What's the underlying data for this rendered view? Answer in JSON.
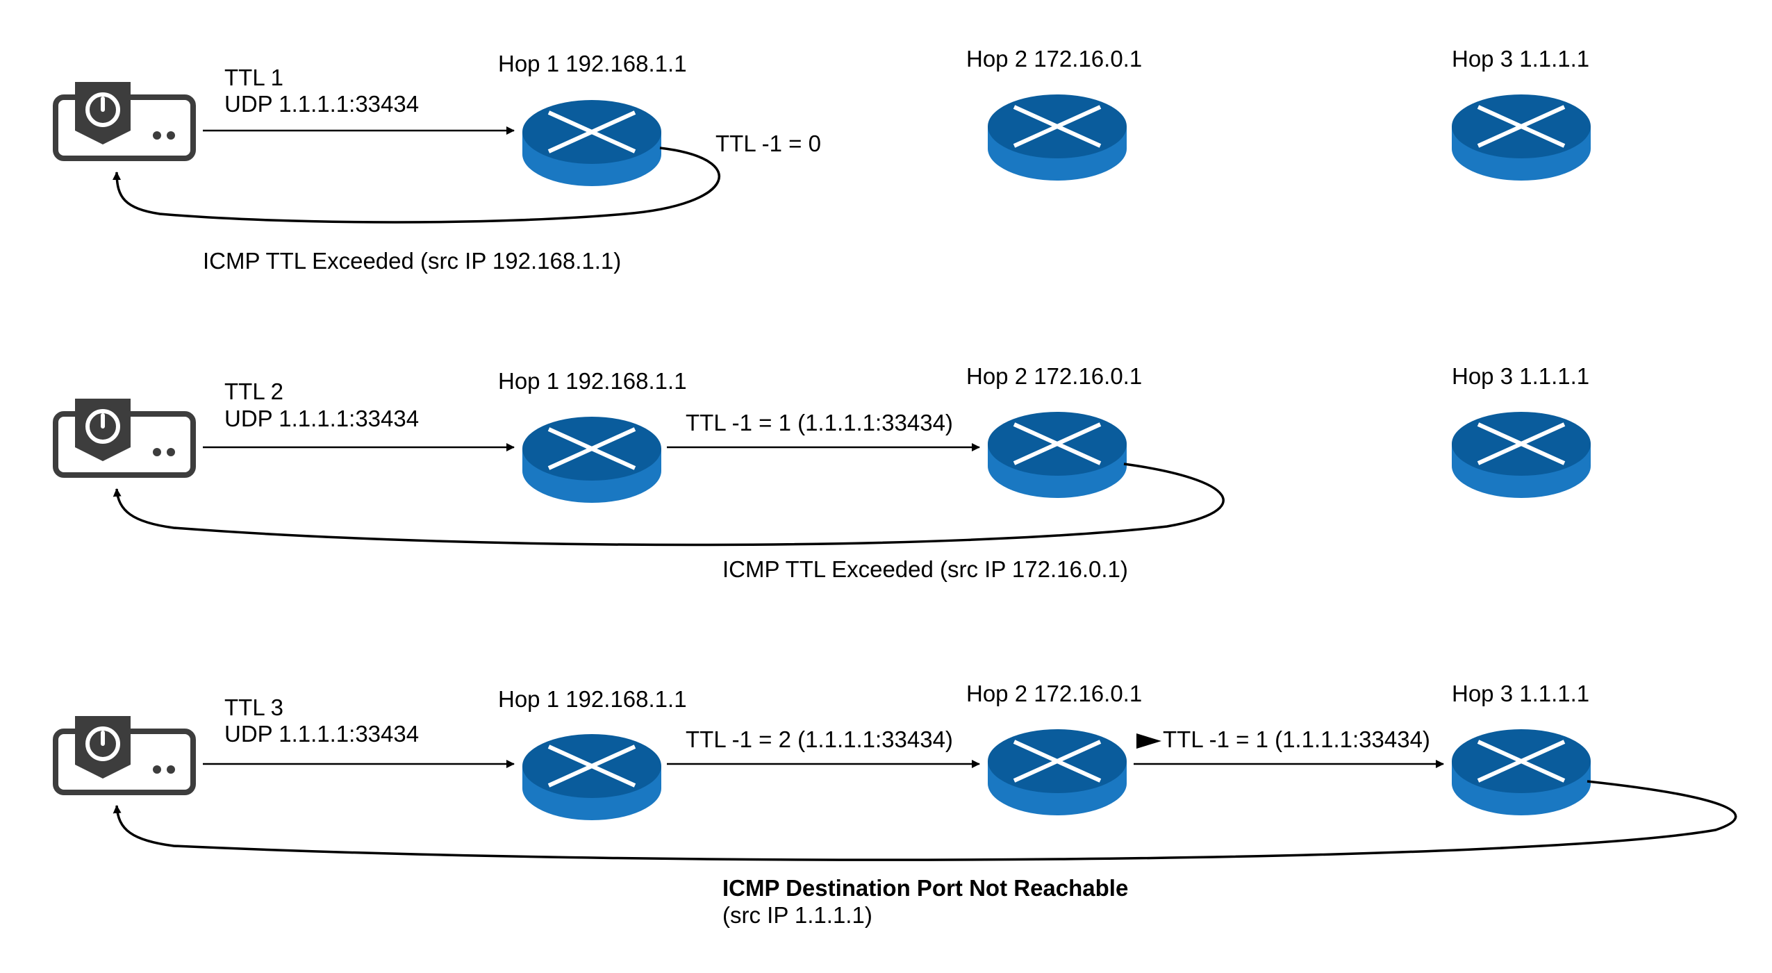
{
  "colors": {
    "router_top": "#0a5c9c",
    "router_side": "#1a78c2",
    "router_x": "#ffffff",
    "host_body": "#3d3d3d",
    "line": "#000000"
  },
  "icons": {
    "host": "host-computer-icon",
    "router": "router-icon"
  },
  "rows": [
    {
      "probe": {
        "ttl": "TTL 1",
        "udp": "UDP 1.1.1.1:33434"
      },
      "hops": [
        {
          "label": "Hop 1 192.168.1.1"
        },
        {
          "label": "Hop 2 172.16.0.1"
        },
        {
          "label": "Hop 3 1.1.1.1"
        }
      ],
      "segments": [],
      "expired_label": "TTL -1 = 0",
      "reply": {
        "line1": "ICMP TTL Exceeded (src IP 192.168.1.1)",
        "line2": ""
      }
    },
    {
      "probe": {
        "ttl": "TTL 2",
        "udp": "UDP 1.1.1.1:33434"
      },
      "hops": [
        {
          "label": "Hop 1 192.168.1.1"
        },
        {
          "label": "Hop 2 172.16.0.1"
        },
        {
          "label": "Hop 3 1.1.1.1"
        }
      ],
      "segments": [
        "TTL -1 = 1 (1.1.1.1:33434)"
      ],
      "expired_label": "",
      "reply": {
        "line1": "ICMP TTL Exceeded (src IP 172.16.0.1)",
        "line2": ""
      }
    },
    {
      "probe": {
        "ttl": "TTL 3",
        "udp": "UDP 1.1.1.1:33434"
      },
      "hops": [
        {
          "label": "Hop 1 192.168.1.1"
        },
        {
          "label": "Hop 2 172.16.0.1"
        },
        {
          "label": "Hop 3 1.1.1.1"
        }
      ],
      "segments": [
        "TTL -1 = 2 (1.1.1.1:33434)",
        "TTL -1 = 1 (1.1.1.1:33434)"
      ],
      "expired_label": "",
      "reply": {
        "line1": "ICMP Destination Port Not Reachable",
        "line2": "(src IP 1.1.1.1)"
      }
    }
  ]
}
